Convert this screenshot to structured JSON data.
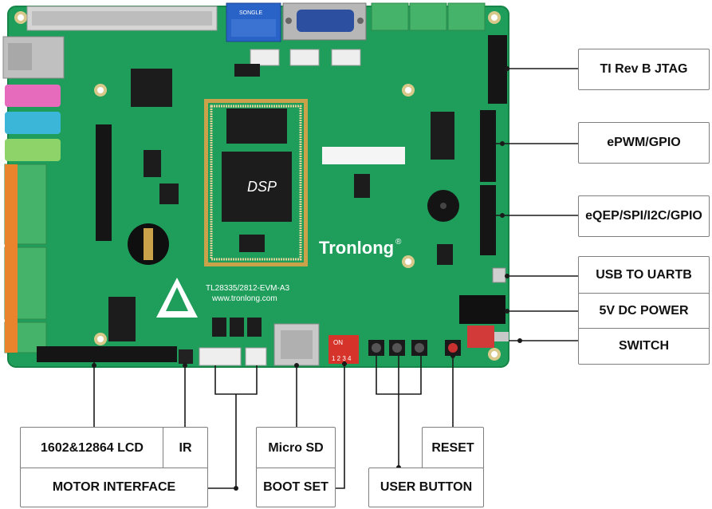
{
  "board": {
    "brand": "Tronlong",
    "registered_mark": "®",
    "model": "TL28335/2812-EVM-A3",
    "website": "www.tronlong.com",
    "dsp_chip_text": "DSP",
    "relay_text": "SONGLE",
    "dip_on_text": "ON",
    "dip_numbers": "1 2 3 4",
    "colors": {
      "pcb": "#1f9e5b",
      "pcb_dark": "#178a4c",
      "chip": "#1c1c1c",
      "gold": "#c9a24a",
      "connector_green": "#46b36a",
      "header": "#151515",
      "label_border": "#7f7f7f",
      "leader_line": "#1a1a1a"
    }
  },
  "labels": {
    "jtag": "TI Rev B JTAG",
    "epwm": "ePWM/GPIO",
    "eqep": "eQEP/SPI/I2C/GPIO",
    "usb_uart": "USB TO UARTB",
    "dc_power": "5V DC POWER",
    "switch": "SWITCH",
    "lcd": "1602&12864 LCD",
    "ir": "IR",
    "motor": "MOTOR INTERFACE",
    "micro_sd": "Micro SD",
    "boot_set": "BOOT SET",
    "reset": "RESET",
    "user_button": "USER BUTTON"
  }
}
